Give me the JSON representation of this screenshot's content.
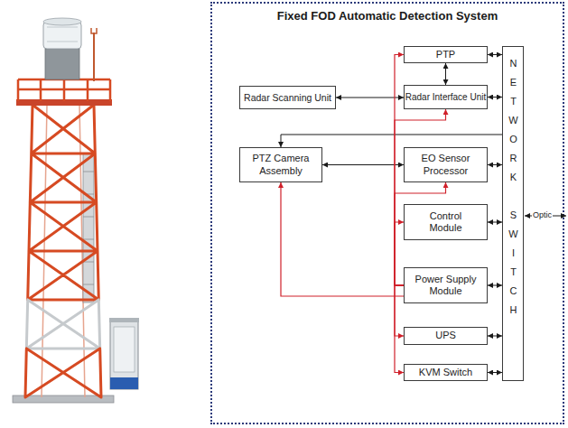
{
  "diagram": {
    "nodes": [
      {
        "text": [
          "Fixed FOD Automatic Detection System"
        ]
      },
      {
        "text": [
          "PTP"
        ],
        "in": 0
      },
      {
        "text": [
          "Radar Scanning Unit"
        ],
        "in": 0
      },
      {
        "text": [
          "Radar Interface Unit"
        ],
        "in": 0
      },
      {
        "text": [
          "PTZ Camera Assembly"
        ],
        "in": 0
      },
      {
        "text": [
          "EO Sensor Processor"
        ],
        "in": 0
      },
      {
        "text": [
          "Control Module"
        ],
        "in": 0
      },
      {
        "text": [
          "Power Supply Module"
        ],
        "in": 0
      },
      {
        "text": [
          "UPS"
        ],
        "in": 0
      },
      {
        "text": [
          "KVM Switch"
        ],
        "in": 0
      },
      {
        "text": [
          "NETWORK SWITCH"
        ],
        "in": 0
      }
    ],
    "edges": [
      {
        "from": 1,
        "to": 3,
        "arrow": "both"
      },
      {
        "from": 2,
        "to": 3,
        "arrow": "both"
      },
      {
        "from": 4,
        "to": 5,
        "arrow": "both"
      },
      {
        "from": 1,
        "to": 10,
        "arrow": "both"
      },
      {
        "from": 3,
        "to": 10,
        "arrow": "both"
      },
      {
        "from": 5,
        "to": 10,
        "arrow": "both"
      },
      {
        "from": 6,
        "to": 10,
        "arrow": "both"
      },
      {
        "from": 7,
        "to": 10,
        "arrow": "both"
      },
      {
        "from": 8,
        "to": 10,
        "arrow": "both"
      },
      {
        "from": 9,
        "to": 10,
        "arrow": "both"
      },
      {
        "from": 10,
        "to": 4,
        "arrow": "to"
      },
      {
        "from": 7,
        "to": 1,
        "arrow": "to"
      },
      {
        "from": 7,
        "to": 3,
        "arrow": "to"
      },
      {
        "from": 7,
        "to": 5,
        "arrow": "to"
      },
      {
        "from": 7,
        "to": 6,
        "arrow": "to"
      },
      {
        "from": 7,
        "to": 8,
        "arrow": "to"
      },
      {
        "from": 7,
        "to": 9,
        "arrow": "to"
      },
      {
        "from": 7,
        "to": 4,
        "arrow": "to"
      }
    ],
    "labels": [
      "Optic"
    ]
  }
}
